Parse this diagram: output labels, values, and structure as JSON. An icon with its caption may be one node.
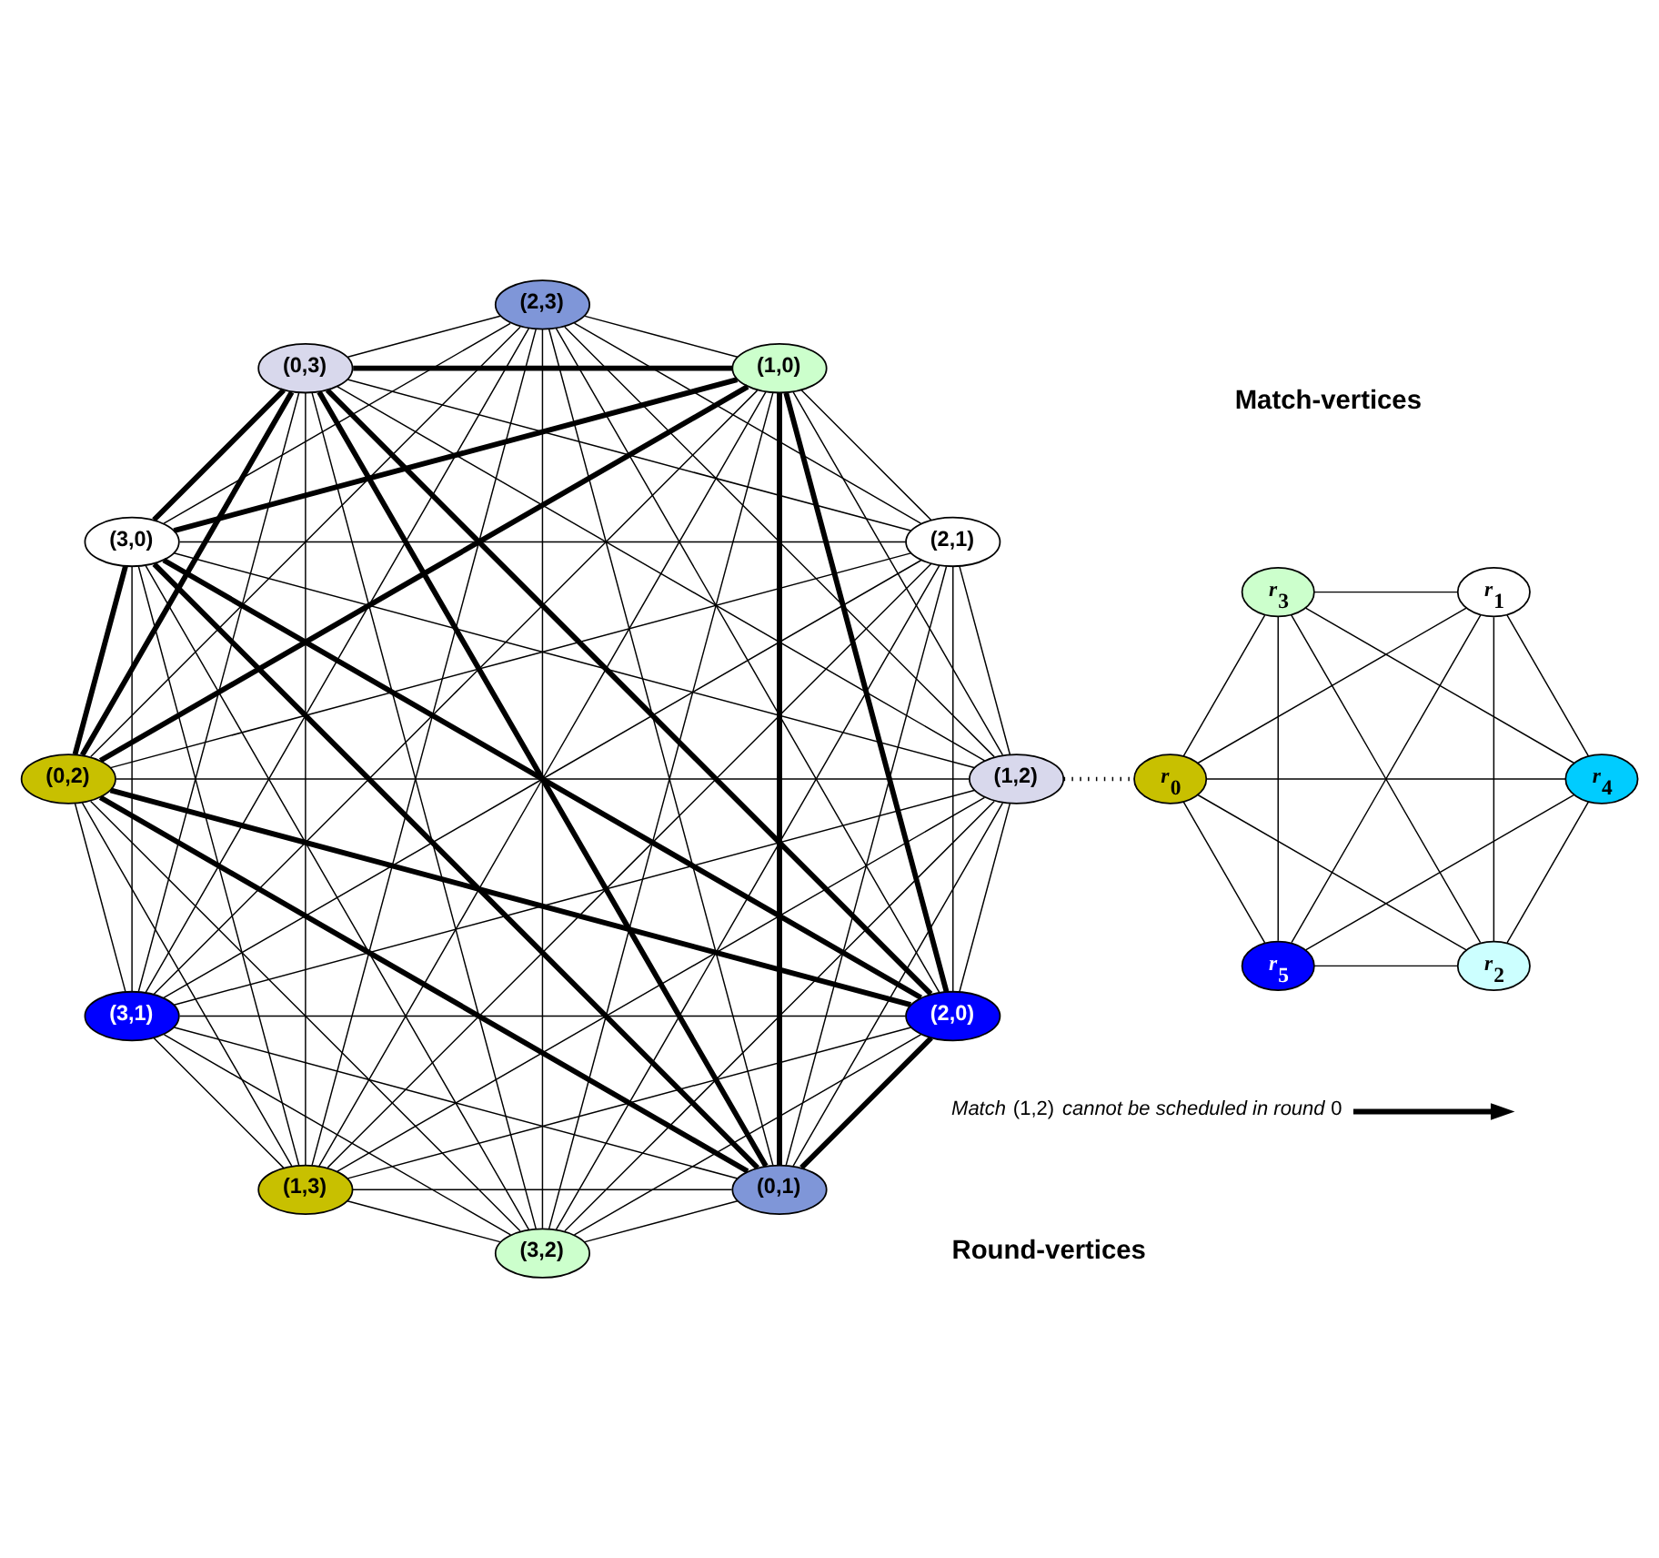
{
  "diagram": {
    "nodes": [
      {
        "text": [
          "(3,2)"
        ]
      },
      {
        "text": [
          "(0,1)"
        ]
      },
      {
        "text": [
          "(3,1)"
        ]
      },
      {
        "text": [
          "(0,2)"
        ]
      },
      {
        "text": [
          "(3,0)"
        ]
      },
      {
        "text": [
          "(0,3)"
        ]
      },
      {
        "text": [
          "(2,3)"
        ]
      },
      {
        "text": [
          "(1,0)"
        ]
      },
      {
        "text": [
          "(2,1)"
        ]
      },
      {
        "text": [
          "(1,2)"
        ]
      },
      {
        "text": [
          "(2,0)"
        ]
      },
      {
        "text": [
          "(1,3)"
        ]
      },
      {
        "text": [
          "*r*$_{0}$"
        ]
      },
      {
        "text": [
          "*r*$_{5}$"
        ]
      },
      {
        "text": [
          "*r*$_{1}$"
        ]
      },
      {
        "text": [
          "*r*$_{4}$"
        ]
      },
      {
        "text": [
          "*r*$_{2}$"
        ]
      },
      {
        "text": [
          "*r*$_{3}$"
        ]
      },
      {
        "text": [
          "*Match* (1,2) *cannot be scheduled in round* 0"
        ]
      }
    ],
    "edges": [
      {
        "from": 0,
        "to": 1,
        "arrow": "none"
      },
      {
        "from": 0,
        "to": 2,
        "arrow": "none"
      },
      {
        "from": 0,
        "to": 3,
        "arrow": "none"
      },
      {
        "from": 0,
        "to": 4,
        "arrow": "none"
      },
      {
        "from": 0,
        "to": 5,
        "arrow": "none"
      },
      {
        "from": 0,
        "to": 6,
        "arrow": "none"
      },
      {
        "from": 0,
        "to": 7,
        "arrow": "none"
      },
      {
        "from": 0,
        "to": 8,
        "arrow": "none"
      },
      {
        "from": 0,
        "to": 9,
        "arrow": "none"
      },
      {
        "from": 0,
        "to": 10,
        "arrow": "none"
      },
      {
        "from": 0,
        "to": 11,
        "arrow": "none"
      },
      {
        "from": 1,
        "to": 2,
        "arrow": "none"
      },
      {
        "from": 1,
        "to": 3,
        "arrow": "none",
        "style": "thick"
      },
      {
        "from": 1,
        "to": 4,
        "arrow": "none",
        "style": "thick"
      },
      {
        "from": 1,
        "to": 5,
        "arrow": "none",
        "style": "thick"
      },
      {
        "from": 1,
        "to": 6,
        "arrow": "none"
      },
      {
        "from": 1,
        "to": 7,
        "arrow": "none",
        "style": "thick"
      },
      {
        "from": 1,
        "to": 8,
        "arrow": "none"
      },
      {
        "from": 1,
        "to": 9,
        "arrow": "none"
      },
      {
        "from": 1,
        "to": 10,
        "arrow": "none",
        "style": "thick"
      },
      {
        "from": 1,
        "to": 11,
        "arrow": "none"
      },
      {
        "from": 2,
        "to": 3,
        "arrow": "none"
      },
      {
        "from": 2,
        "to": 4,
        "arrow": "none"
      },
      {
        "from": 2,
        "to": 5,
        "arrow": "none"
      },
      {
        "from": 2,
        "to": 6,
        "arrow": "none"
      },
      {
        "from": 2,
        "to": 7,
        "arrow": "none"
      },
      {
        "from": 2,
        "to": 8,
        "arrow": "none"
      },
      {
        "from": 2,
        "to": 9,
        "arrow": "none"
      },
      {
        "from": 2,
        "to": 10,
        "arrow": "none"
      },
      {
        "from": 2,
        "to": 11,
        "arrow": "none"
      },
      {
        "from": 3,
        "to": 4,
        "arrow": "none",
        "style": "thick"
      },
      {
        "from": 3,
        "to": 5,
        "arrow": "none",
        "style": "thick"
      },
      {
        "from": 3,
        "to": 6,
        "arrow": "none"
      },
      {
        "from": 3,
        "to": 7,
        "arrow": "none",
        "style": "thick"
      },
      {
        "from": 3,
        "to": 8,
        "arrow": "none"
      },
      {
        "from": 3,
        "to": 9,
        "arrow": "none"
      },
      {
        "from": 3,
        "to": 10,
        "arrow": "none",
        "style": "thick"
      },
      {
        "from": 3,
        "to": 11,
        "arrow": "none"
      },
      {
        "from": 4,
        "to": 5,
        "arrow": "none",
        "style": "thick"
      },
      {
        "from": 4,
        "to": 6,
        "arrow": "none"
      },
      {
        "from": 4,
        "to": 7,
        "arrow": "none",
        "style": "thick"
      },
      {
        "from": 4,
        "to": 8,
        "arrow": "none"
      },
      {
        "from": 4,
        "to": 9,
        "arrow": "none"
      },
      {
        "from": 4,
        "to": 10,
        "arrow": "none",
        "style": "thick"
      },
      {
        "from": 4,
        "to": 11,
        "arrow": "none"
      },
      {
        "from": 5,
        "to": 6,
        "arrow": "none"
      },
      {
        "from": 5,
        "to": 7,
        "arrow": "none",
        "style": "thick"
      },
      {
        "from": 5,
        "to": 8,
        "arrow": "none"
      },
      {
        "from": 5,
        "to": 9,
        "arrow": "none"
      },
      {
        "from": 5,
        "to": 10,
        "arrow": "none",
        "style": "thick"
      },
      {
        "from": 5,
        "to": 11,
        "arrow": "none"
      },
      {
        "from": 6,
        "to": 7,
        "arrow": "none"
      },
      {
        "from": 6,
        "to": 8,
        "arrow": "none"
      },
      {
        "from": 6,
        "to": 9,
        "arrow": "none"
      },
      {
        "from": 6,
        "to": 10,
        "arrow": "none"
      },
      {
        "from": 6,
        "to": 11,
        "arrow": "none"
      },
      {
        "from": 7,
        "to": 8,
        "arrow": "none"
      },
      {
        "from": 7,
        "to": 9,
        "arrow": "none"
      },
      {
        "from": 7,
        "to": 10,
        "arrow": "none",
        "style": "thick"
      },
      {
        "from": 7,
        "to": 11,
        "arrow": "none"
      },
      {
        "from": 8,
        "to": 9,
        "arrow": "none"
      },
      {
        "from": 8,
        "to": 10,
        "arrow": "none"
      },
      {
        "from": 8,
        "to": 11,
        "arrow": "none"
      },
      {
        "from": 9,
        "to": 10,
        "arrow": "none"
      },
      {
        "from": 9,
        "to": 11,
        "arrow": "none"
      },
      {
        "from": 10,
        "to": 11,
        "arrow": "none"
      },
      {
        "from": 12,
        "to": 13,
        "arrow": "none"
      },
      {
        "from": 12,
        "to": 14,
        "arrow": "none"
      },
      {
        "from": 12,
        "to": 15,
        "arrow": "none"
      },
      {
        "from": 12,
        "to": 16,
        "arrow": "none"
      },
      {
        "from": 12,
        "to": 17,
        "arrow": "none"
      },
      {
        "from": 13,
        "to": 14,
        "arrow": "none"
      },
      {
        "from": 13,
        "to": 15,
        "arrow": "none"
      },
      {
        "from": 13,
        "to": 16,
        "arrow": "none"
      },
      {
        "from": 13,
        "to": 17,
        "arrow": "none"
      },
      {
        "from": 14,
        "to": 15,
        "arrow": "none"
      },
      {
        "from": 14,
        "to": 16,
        "arrow": "none"
      },
      {
        "from": 14,
        "to": 17,
        "arrow": "none"
      },
      {
        "from": 15,
        "to": 16,
        "arrow": "none"
      },
      {
        "from": 15,
        "to": 17,
        "arrow": "none"
      },
      {
        "from": 16,
        "to": 17,
        "arrow": "none"
      },
      {
        "from": 9,
        "to": 12,
        "arrow": "none",
        "style": "dashed"
      },
      {
        "from": 18,
        "to": null,
        "arrow": "to",
        "style": "thick"
      }
    ],
    "labels": [
      "Match-vertices",
      "Round-vertices"
    ]
  }
}
